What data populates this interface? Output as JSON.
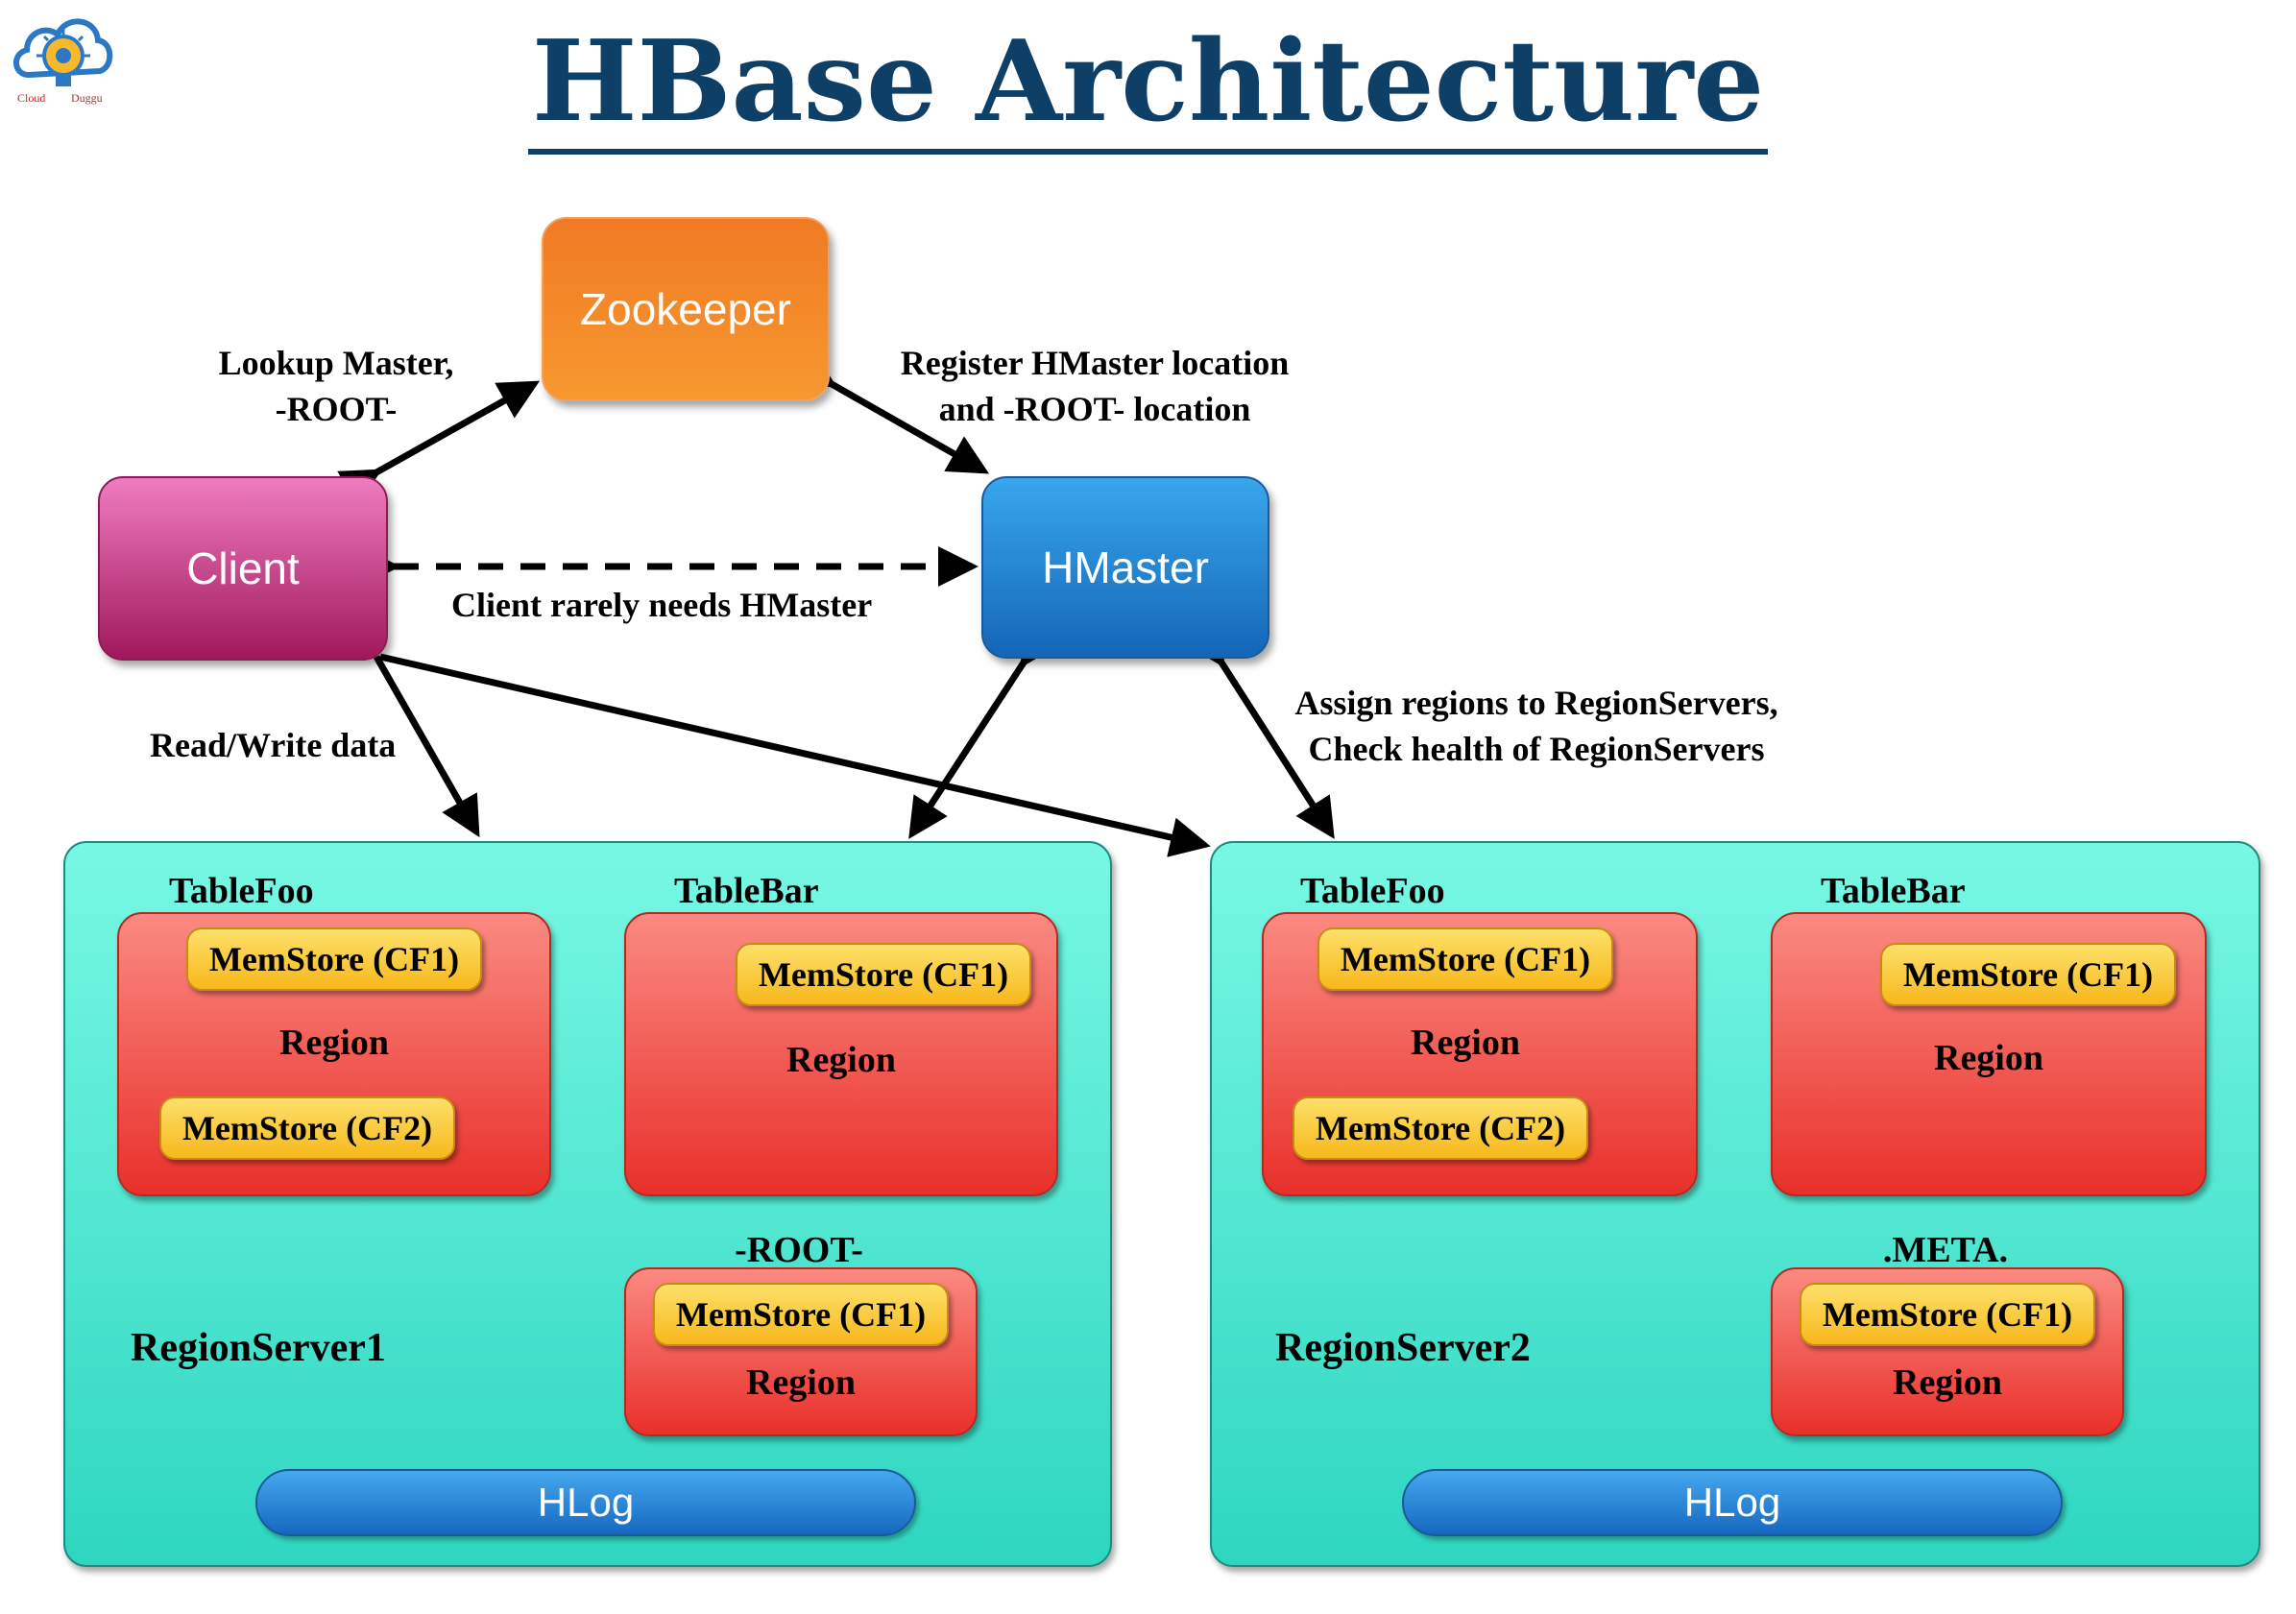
{
  "header": {
    "title": "HBase Architecture",
    "logo": {
      "icon": "cloud-lightbulb-icon",
      "text_left": "Cloud",
      "text_right": "Duggu"
    }
  },
  "nodes": {
    "zookeeper": "Zookeeper",
    "client": "Client",
    "hmaster": "HMaster"
  },
  "edges": {
    "lookup_line1": "Lookup Master,",
    "lookup_line2": "-ROOT-",
    "register_line1": "Register HMaster location",
    "register_line2": "and -ROOT- location",
    "client_rarely": "Client rarely needs HMaster",
    "read_write": "Read/Write data",
    "assign_line1": "Assign regions to RegionServers,",
    "assign_line2": "Check health of RegionServers"
  },
  "region_servers": [
    {
      "name": "RegionServer1",
      "hlog": "HLog",
      "tables": [
        {
          "label": "TableFoo",
          "region": "Region",
          "memstores": [
            "MemStore (CF1)",
            "MemStore (CF2)"
          ]
        },
        {
          "label": "TableBar",
          "region": "Region",
          "memstores": [
            "MemStore (CF1)"
          ]
        },
        {
          "label": "-ROOT-",
          "region": "Region",
          "memstores": [
            "MemStore (CF1)"
          ]
        }
      ]
    },
    {
      "name": "RegionServer2",
      "hlog": "HLog",
      "tables": [
        {
          "label": "TableFoo",
          "region": "Region",
          "memstores": [
            "MemStore (CF1)",
            "MemStore (CF2)"
          ]
        },
        {
          "label": "TableBar",
          "region": "Region",
          "memstores": [
            "MemStore (CF1)"
          ]
        },
        {
          "label": ".META.",
          "region": "Region",
          "memstores": [
            "MemStore (CF1)"
          ]
        }
      ]
    }
  ]
}
